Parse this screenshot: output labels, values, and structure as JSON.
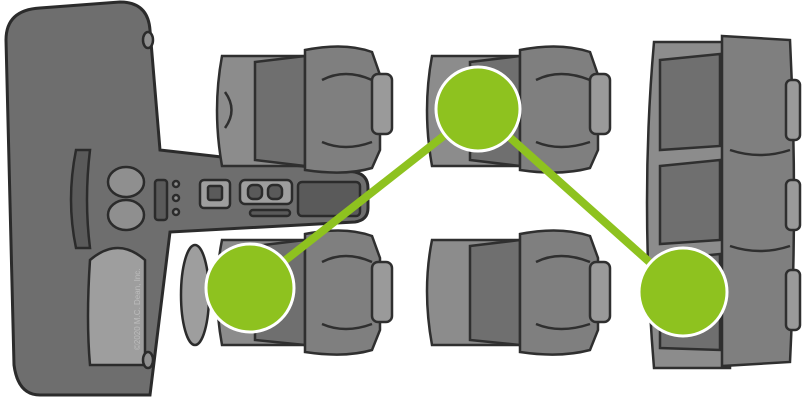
{
  "credit": "©2020 M.C. Dean, Inc.",
  "colors": {
    "marker": "#8ec21f",
    "seat_gray": "#7f7f7f",
    "outline": "#2f2f2f"
  },
  "markers": [
    {
      "id": "driver",
      "name": "driver-position-marker"
    },
    {
      "id": "rear-center",
      "name": "rear-center-position-marker"
    },
    {
      "id": "third-row",
      "name": "third-row-position-marker"
    }
  ]
}
